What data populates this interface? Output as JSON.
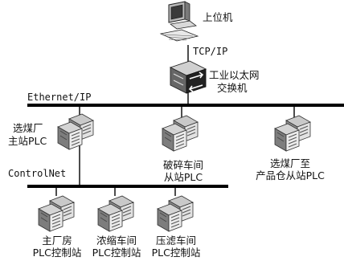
{
  "host": {
    "label": "上位机",
    "icon": "computer-icon"
  },
  "link": {
    "label": "TCP/IP"
  },
  "switch": {
    "label_line1": "工业以太网",
    "label_line2": "交换机",
    "icon": "network-switch-icon"
  },
  "ethernet": {
    "label": "Ethernet/IP"
  },
  "controlnet": {
    "label": "ControlNet"
  },
  "main_plc": {
    "line1": "选煤厂",
    "line2": "主站PLC",
    "icon": "plc-rack-icon"
  },
  "crush_plc": {
    "line1": "破碎车间",
    "line2": "从站PLC",
    "icon": "plc-rack-icon"
  },
  "warehouse_plc": {
    "line1": "选煤厂至",
    "line2": "产品仓从站PLC",
    "icon": "plc-rack-icon"
  },
  "stations": [
    {
      "line1": "主厂房",
      "line2": "PLC控制站",
      "icon": "plc-rack-icon"
    },
    {
      "line1": "浓缩车间",
      "line2": "PLC控制站",
      "icon": "plc-rack-icon"
    },
    {
      "line1": "压滤车间",
      "line2": "PLC控制站",
      "icon": "plc-rack-icon"
    }
  ]
}
